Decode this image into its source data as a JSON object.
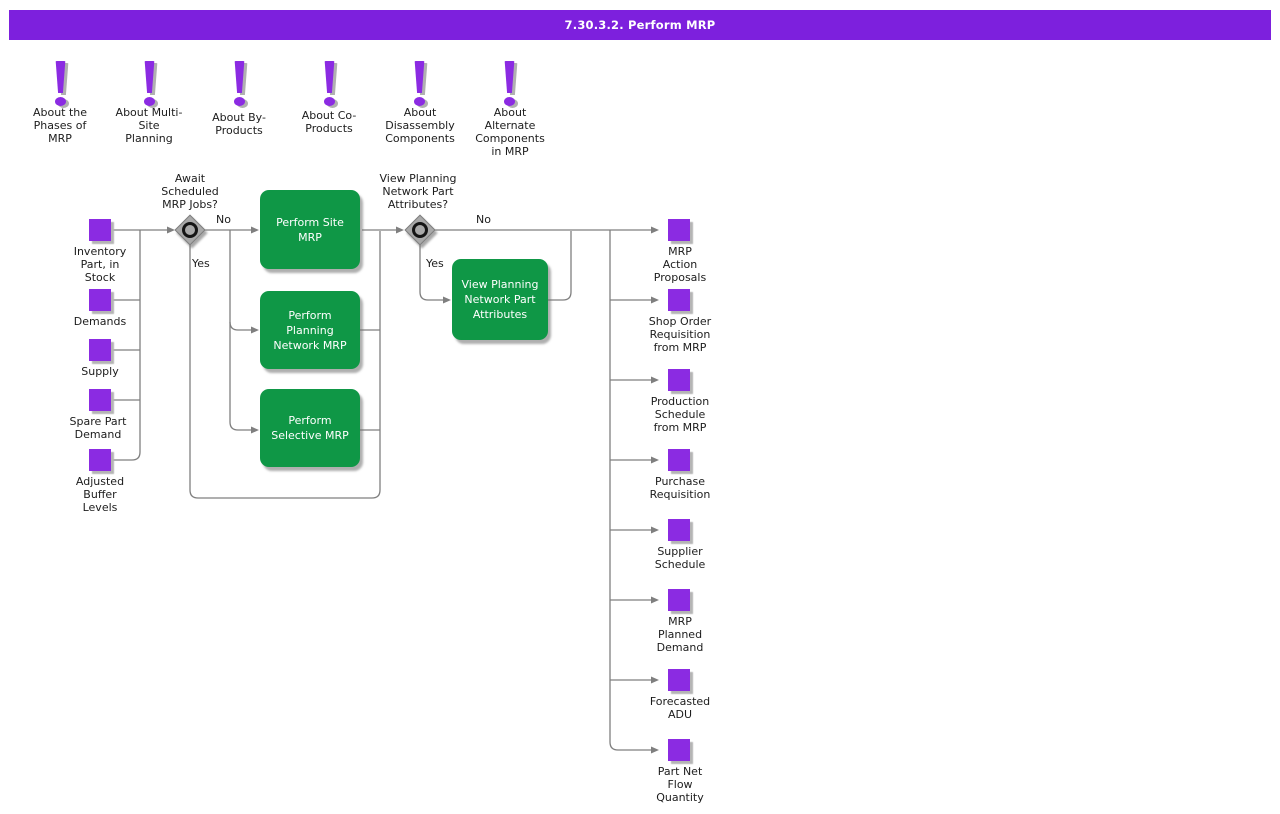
{
  "title": "7.30.3.2. Perform MRP",
  "colors": {
    "title_bar": "#7d20dd",
    "node_purple": "#8b2be2",
    "process_green": "#0f9746",
    "connector_gray": "#7f7f7f"
  },
  "info_icons": [
    {
      "label": "About the\nPhases of\nMRP"
    },
    {
      "label": "About Multi-\nSite\nPlanning"
    },
    {
      "label": "About By-\nProducts"
    },
    {
      "label": "About Co-\nProducts"
    },
    {
      "label": "About\nDisassembly\nComponents"
    },
    {
      "label": "About\nAlternate\nComponents\nin MRP"
    }
  ],
  "inputs": [
    {
      "label": "Inventory\nPart, in\nStock"
    },
    {
      "label": "Demands"
    },
    {
      "label": "Supply"
    },
    {
      "label": "Spare Part\nDemand"
    },
    {
      "label": "Adjusted\nBuffer\nLevels"
    }
  ],
  "decisions": [
    {
      "question": "Await\nScheduled\nMRP Jobs?",
      "no": "No",
      "yes": "Yes"
    },
    {
      "question": "View Planning\nNetwork Part\nAttributes?",
      "no": "No",
      "yes": "Yes"
    }
  ],
  "processes": [
    {
      "label": "Perform Site\nMRP"
    },
    {
      "label": "Perform\nPlanning\nNetwork MRP"
    },
    {
      "label": "Perform\nSelective MRP"
    },
    {
      "label": "View Planning\nNetwork Part\nAttributes"
    }
  ],
  "outputs": [
    {
      "label": "MRP\nAction\nProposals"
    },
    {
      "label": "Shop Order\nRequisition\nfrom MRP"
    },
    {
      "label": "Production\nSchedule\nfrom MRP"
    },
    {
      "label": "Purchase\nRequisition"
    },
    {
      "label": "Supplier\nSchedule"
    },
    {
      "label": "MRP\nPlanned\nDemand"
    },
    {
      "label": "Forecasted\nADU"
    },
    {
      "label": "Part Net\nFlow\nQuantity"
    }
  ]
}
